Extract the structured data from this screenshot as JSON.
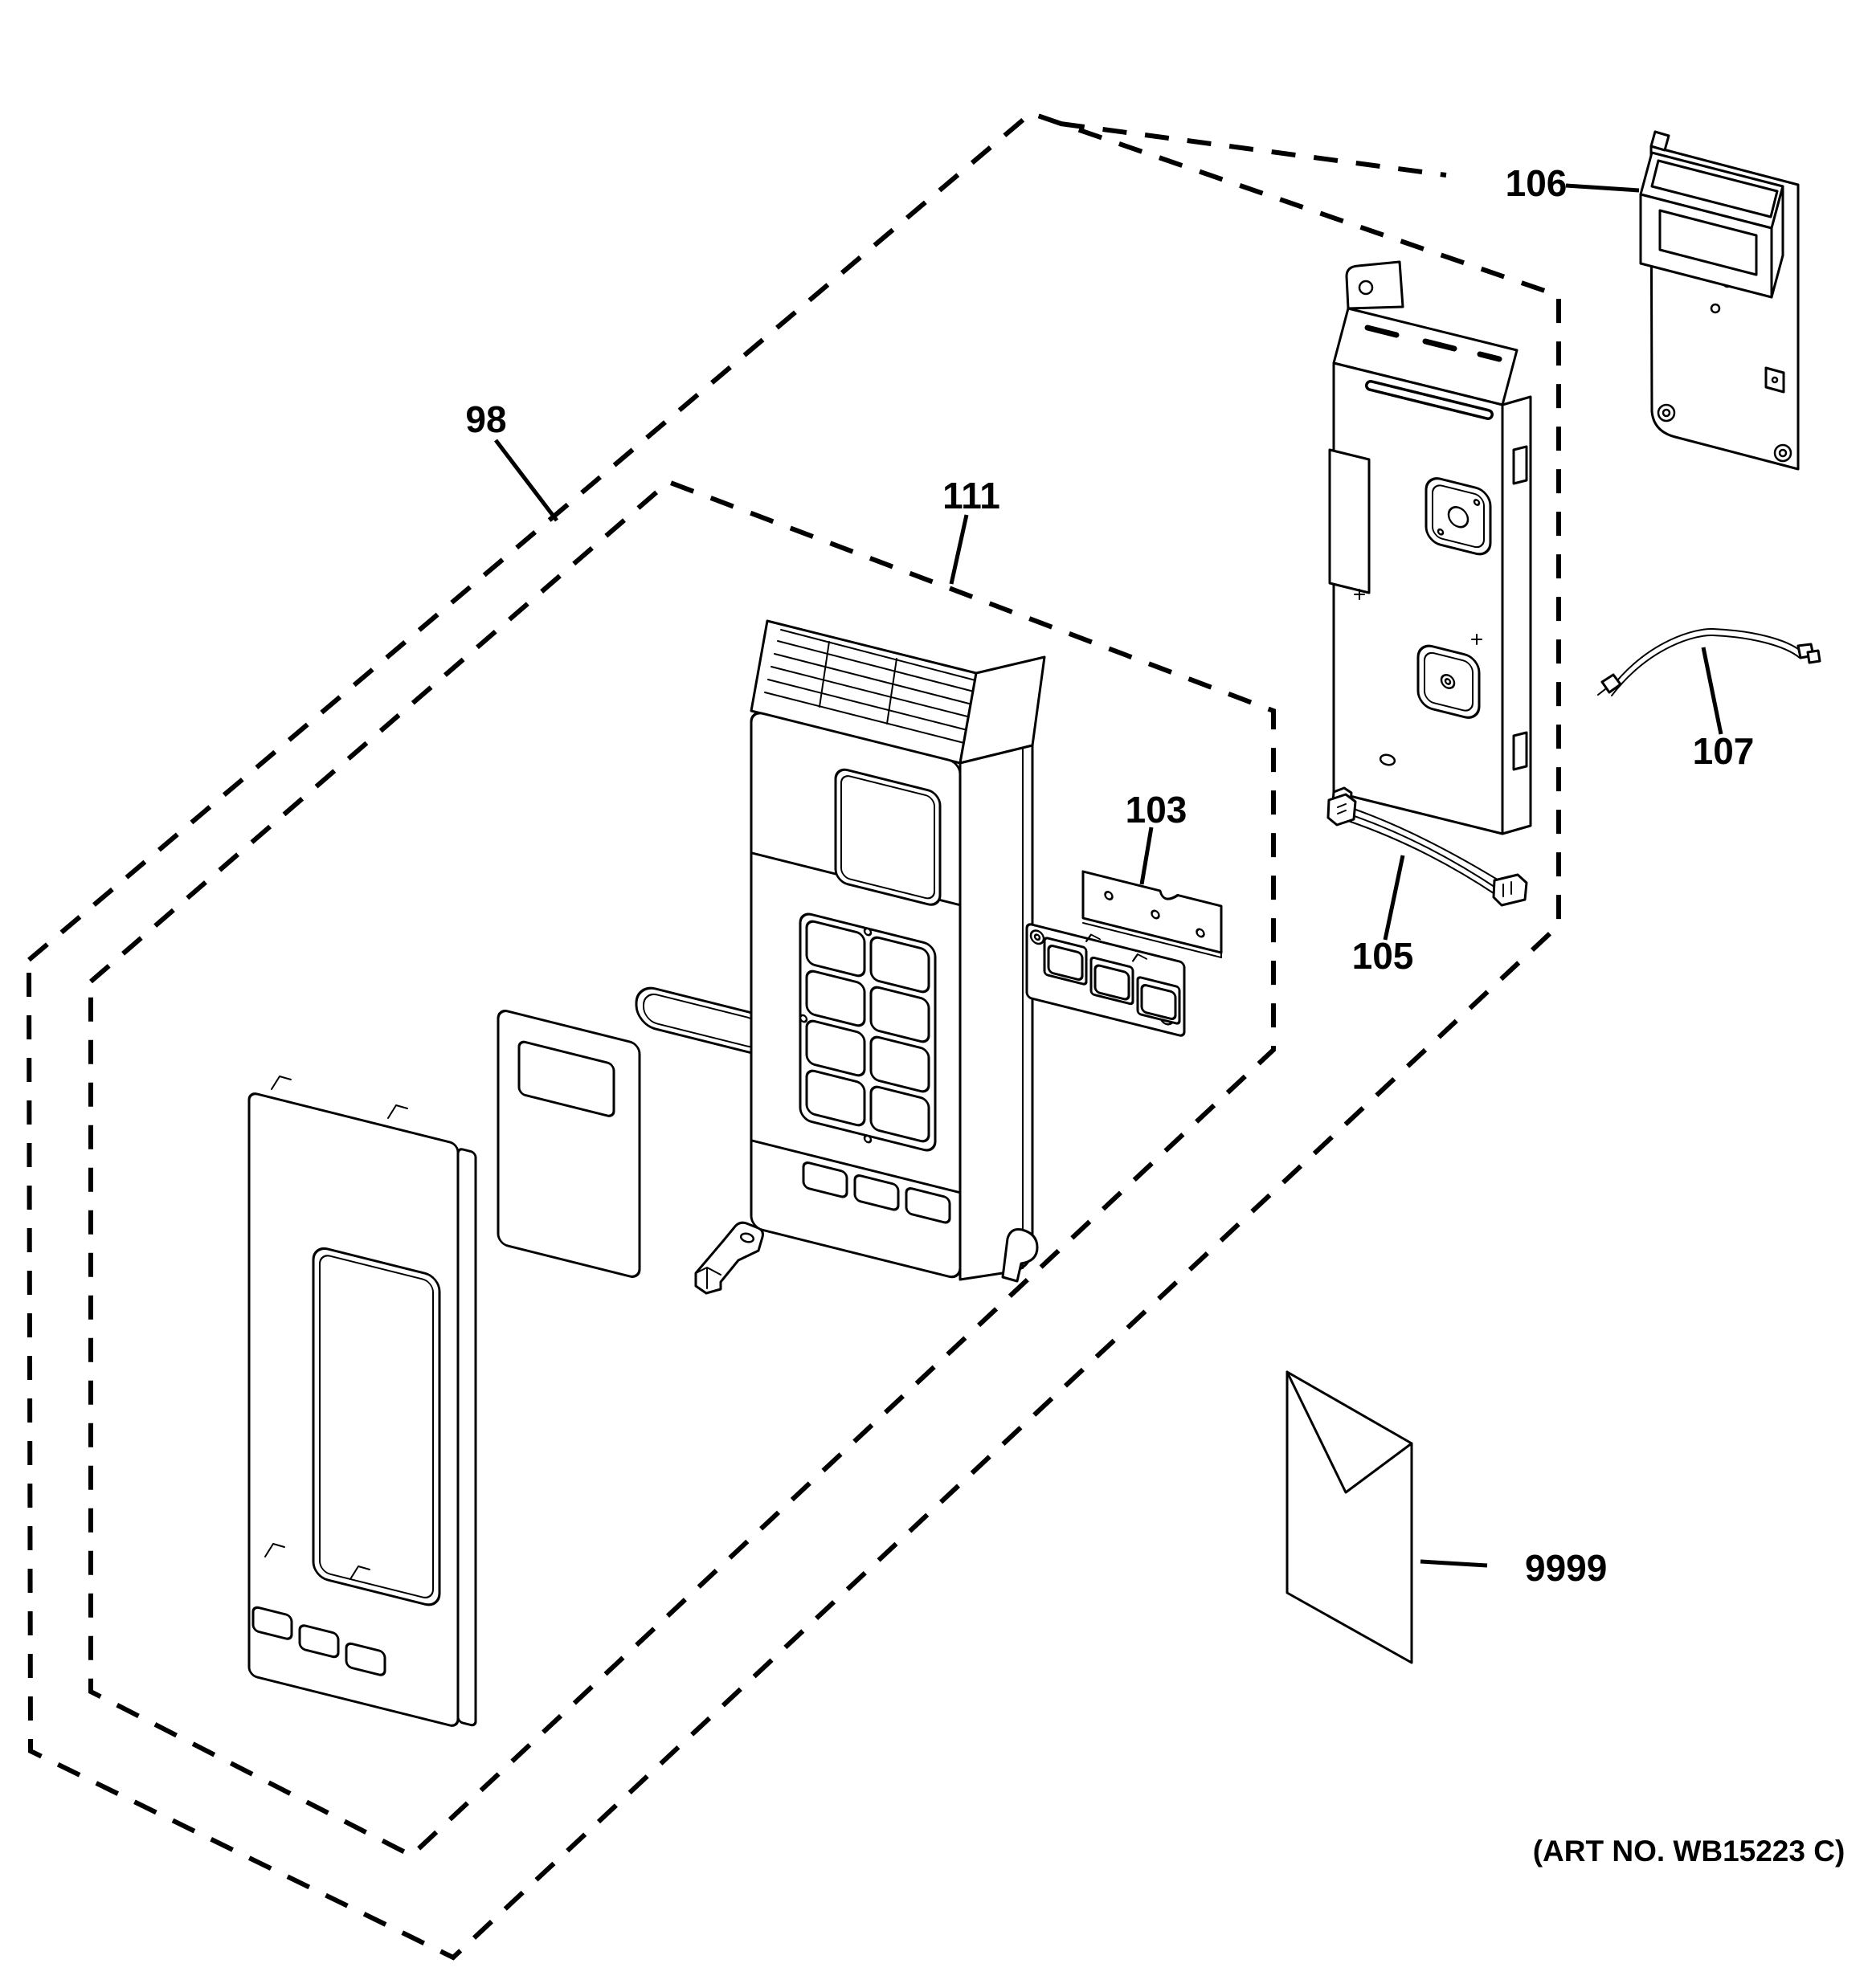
{
  "diagram": {
    "type": "exploded-parts-diagram",
    "colors": {
      "background": "#ffffff",
      "line": "#000000"
    }
  },
  "callouts": {
    "c98": {
      "label": "98"
    },
    "c111": {
      "label": "111"
    },
    "c103": {
      "label": "103"
    },
    "c105": {
      "label": "105"
    },
    "c106": {
      "label": "106"
    },
    "c107": {
      "label": "107"
    },
    "c9999": {
      "label": "9999"
    }
  },
  "footer": {
    "art_no": "(ART NO. WB15223 C)"
  }
}
